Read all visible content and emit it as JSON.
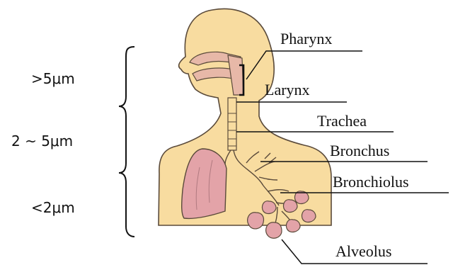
{
  "labels": {
    "pharynx": "Pharynx",
    "larynx": "Larynx",
    "trachea": "Trachea",
    "bronchus": "Bronchus",
    "bronchiolus": "Bronchiolus",
    "alveolus": "Alveolus"
  },
  "particle_sizes": [
    ">5μm",
    "2 ~ 5μm",
    "<2μm"
  ],
  "colors": {
    "skin": "#f8dca0",
    "skin_outline": "#5a4a3a",
    "nasal_cavity": "#e7b8a8",
    "lung": "#e3a3a8",
    "airway_lines": "#5a4a3a",
    "label_lines": "#111111",
    "background": "#ffffff"
  }
}
